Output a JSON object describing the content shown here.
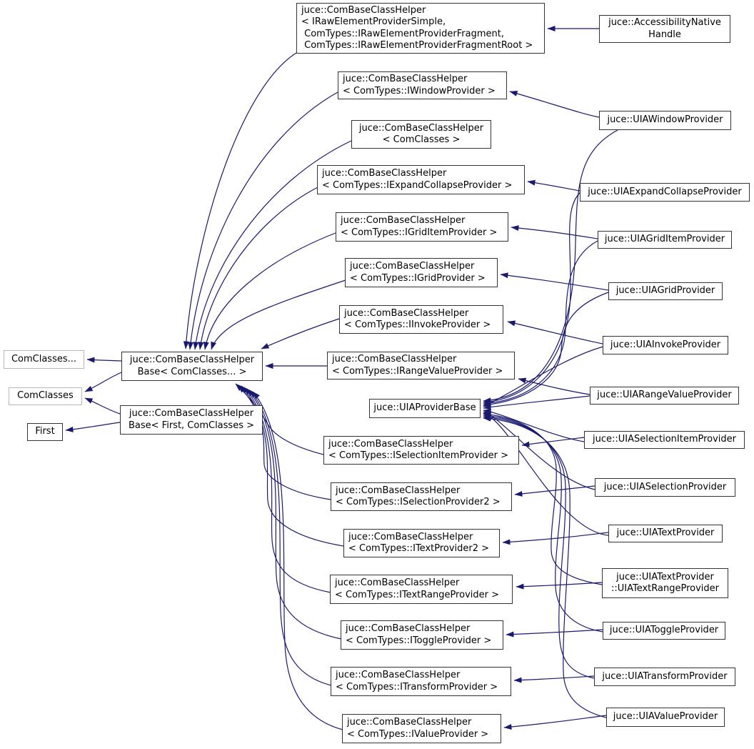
{
  "diagram_type": "class-inheritance-graph",
  "colors": {
    "edge": "#191970",
    "node_border": "#333333",
    "grey_node_border": "#b9b9b9",
    "background": "#ffffff",
    "text": "#000000"
  },
  "nodes": {
    "comclasses_ellipsis": {
      "lines": [
        "ComClasses..."
      ]
    },
    "base_comclasses": {
      "lines": [
        "juce::ComBaseClassHelper",
        "Base< ComClasses... >"
      ]
    },
    "comclasses": {
      "lines": [
        "ComClasses"
      ]
    },
    "base_first": {
      "lines": [
        "juce::ComBaseClassHelper",
        "Base< First, ComClasses >"
      ]
    },
    "first": {
      "lines": [
        "First"
      ]
    },
    "helper_raw": {
      "lines": [
        "juce::ComBaseClassHelper",
        "< IRawElementProviderSimple,",
        " ComTypes::IRawElementProviderFragment,",
        " ComTypes::IRawElementProviderFragmentRoot >"
      ]
    },
    "helper_window": {
      "lines": [
        "juce::ComBaseClassHelper",
        "< ComTypes::IWindowProvider >"
      ]
    },
    "helper_comclasses": {
      "lines": [
        "juce::ComBaseClassHelper",
        "< ComClasses >"
      ]
    },
    "helper_expandcollapse": {
      "lines": [
        "juce::ComBaseClassHelper",
        "< ComTypes::IExpandCollapseProvider >"
      ]
    },
    "helper_griditem": {
      "lines": [
        "juce::ComBaseClassHelper",
        "< ComTypes::IGridItemProvider >"
      ]
    },
    "helper_grid": {
      "lines": [
        "juce::ComBaseClassHelper",
        "< ComTypes::IGridProvider >"
      ]
    },
    "helper_invoke": {
      "lines": [
        "juce::ComBaseClassHelper",
        "< ComTypes::IInvokeProvider >"
      ]
    },
    "helper_rangevalue": {
      "lines": [
        "juce::ComBaseClassHelper",
        "< ComTypes::IRangeValueProvider >"
      ]
    },
    "uiaproviderbase": {
      "lines": [
        "juce::UIAProviderBase"
      ]
    },
    "helper_selectionitem": {
      "lines": [
        "juce::ComBaseClassHelper",
        "< ComTypes::ISelectionItemProvider >"
      ]
    },
    "helper_selection2": {
      "lines": [
        "juce::ComBaseClassHelper",
        "< ComTypes::ISelectionProvider2 >"
      ]
    },
    "helper_text2": {
      "lines": [
        "juce::ComBaseClassHelper",
        "< ComTypes::ITextProvider2 >"
      ]
    },
    "helper_textrange": {
      "lines": [
        "juce::ComBaseClassHelper",
        "< ComTypes::ITextRangeProvider >"
      ]
    },
    "helper_toggle": {
      "lines": [
        "juce::ComBaseClassHelper",
        "< ComTypes::IToggleProvider >"
      ]
    },
    "helper_transform": {
      "lines": [
        "juce::ComBaseClassHelper",
        "< ComTypes::ITransformProvider >"
      ]
    },
    "helper_value": {
      "lines": [
        "juce::ComBaseClassHelper",
        "< ComTypes::IValueProvider >"
      ]
    },
    "accessibility_native_handle": {
      "lines": [
        "juce::AccessibilityNative",
        "Handle"
      ]
    },
    "uiawindow": {
      "lines": [
        "juce::UIAWindowProvider"
      ]
    },
    "uiaexpandcollapse": {
      "lines": [
        "juce::UIAExpandCollapseProvider"
      ]
    },
    "uiagriditem": {
      "lines": [
        "juce::UIAGridItemProvider"
      ]
    },
    "uiagrid": {
      "lines": [
        "juce::UIAGridProvider"
      ]
    },
    "uiainvoke": {
      "lines": [
        "juce::UIAInvokeProvider"
      ]
    },
    "uiarangevalue": {
      "lines": [
        "juce::UIARangeValueProvider"
      ]
    },
    "uiaselectionitem": {
      "lines": [
        "juce::UIASelectionItemProvider"
      ]
    },
    "uiaselection": {
      "lines": [
        "juce::UIASelectionProvider"
      ]
    },
    "uiatext": {
      "lines": [
        "juce::UIATextProvider"
      ]
    },
    "uiatextrange": {
      "lines": [
        "juce::UIATextProvider",
        "::UIATextRangeProvider"
      ]
    },
    "uiatoggle": {
      "lines": [
        "juce::UIAToggleProvider"
      ]
    },
    "uiatransform": {
      "lines": [
        "juce::UIATransformProvider"
      ]
    },
    "uiavalue": {
      "lines": [
        "juce::UIAValueProvider"
      ]
    }
  },
  "edges": [
    {
      "from": "helper_raw",
      "to": "base_comclasses"
    },
    {
      "from": "helper_window",
      "to": "base_comclasses"
    },
    {
      "from": "helper_comclasses",
      "to": "base_comclasses"
    },
    {
      "from": "helper_expandcollapse",
      "to": "base_comclasses"
    },
    {
      "from": "helper_griditem",
      "to": "base_comclasses"
    },
    {
      "from": "helper_grid",
      "to": "base_comclasses"
    },
    {
      "from": "helper_invoke",
      "to": "base_comclasses"
    },
    {
      "from": "helper_rangevalue",
      "to": "base_comclasses"
    },
    {
      "from": "helper_selectionitem",
      "to": "base_comclasses"
    },
    {
      "from": "helper_selection2",
      "to": "base_comclasses"
    },
    {
      "from": "helper_text2",
      "to": "base_comclasses"
    },
    {
      "from": "helper_textrange",
      "to": "base_comclasses"
    },
    {
      "from": "helper_toggle",
      "to": "base_comclasses"
    },
    {
      "from": "helper_transform",
      "to": "base_comclasses"
    },
    {
      "from": "helper_value",
      "to": "base_comclasses"
    },
    {
      "from": "base_comclasses",
      "to": "comclasses_ellipsis"
    },
    {
      "from": "base_comclasses",
      "to": "comclasses"
    },
    {
      "from": "base_first",
      "to": "comclasses"
    },
    {
      "from": "base_first",
      "to": "first"
    },
    {
      "from": "accessibility_native_handle",
      "to": "helper_raw"
    },
    {
      "from": "uiawindow",
      "to": "helper_window"
    },
    {
      "from": "uiaexpandcollapse",
      "to": "helper_expandcollapse"
    },
    {
      "from": "uiagriditem",
      "to": "helper_griditem"
    },
    {
      "from": "uiagrid",
      "to": "helper_grid"
    },
    {
      "from": "uiainvoke",
      "to": "helper_invoke"
    },
    {
      "from": "uiarangevalue",
      "to": "helper_rangevalue"
    },
    {
      "from": "uiaselectionitem",
      "to": "helper_selectionitem"
    },
    {
      "from": "uiaselection",
      "to": "helper_selection2"
    },
    {
      "from": "uiatext",
      "to": "helper_text2"
    },
    {
      "from": "uiatextrange",
      "to": "helper_textrange"
    },
    {
      "from": "uiatoggle",
      "to": "helper_toggle"
    },
    {
      "from": "uiatransform",
      "to": "helper_transform"
    },
    {
      "from": "uiavalue",
      "to": "helper_value"
    },
    {
      "from": "uiawindow",
      "to": "uiaproviderbase"
    },
    {
      "from": "uiaexpandcollapse",
      "to": "uiaproviderbase"
    },
    {
      "from": "uiagriditem",
      "to": "uiaproviderbase"
    },
    {
      "from": "uiagrid",
      "to": "uiaproviderbase"
    },
    {
      "from": "uiainvoke",
      "to": "uiaproviderbase"
    },
    {
      "from": "uiarangevalue",
      "to": "uiaproviderbase"
    },
    {
      "from": "uiaselectionitem",
      "to": "uiaproviderbase"
    },
    {
      "from": "uiaselection",
      "to": "uiaproviderbase"
    },
    {
      "from": "uiatext",
      "to": "uiaproviderbase"
    },
    {
      "from": "uiatextrange",
      "to": "uiaproviderbase"
    },
    {
      "from": "uiatoggle",
      "to": "uiaproviderbase"
    },
    {
      "from": "uiatransform",
      "to": "uiaproviderbase"
    },
    {
      "from": "uiavalue",
      "to": "uiaproviderbase"
    }
  ]
}
